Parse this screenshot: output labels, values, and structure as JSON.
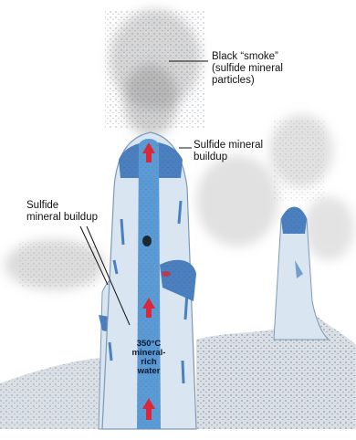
{
  "diagram": {
    "labels": {
      "smoke": "Black “smoke”\n(sulfide mineral\nparticles)",
      "buildup_right": "Sulfide mineral\nbuildup",
      "buildup_left": "Sulfide\nmineral buildup",
      "water": "350°C\nmineral-\nrich\nwater"
    },
    "colors": {
      "chimney_wall": "#d9e6f2",
      "conduit": "#5b9bd5",
      "sulfide_rim": "#4a7fc0",
      "flow_arrow": "#d8283a",
      "smoke": "#8a8a8a",
      "seafloor": "#b9c3cc"
    },
    "icons": [
      "flow-arrow-icon"
    ]
  }
}
